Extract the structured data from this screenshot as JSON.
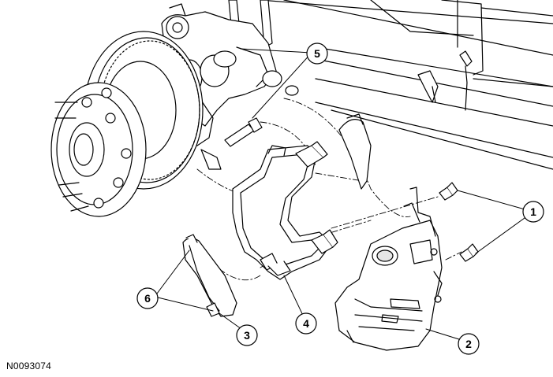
{
  "figure_id": "N0093074",
  "callouts": [
    "1",
    "2",
    "3",
    "4",
    "5",
    "6"
  ],
  "colors": {
    "line": "#000000",
    "fill": "#ffffff",
    "shade": "#e6e6e6"
  }
}
